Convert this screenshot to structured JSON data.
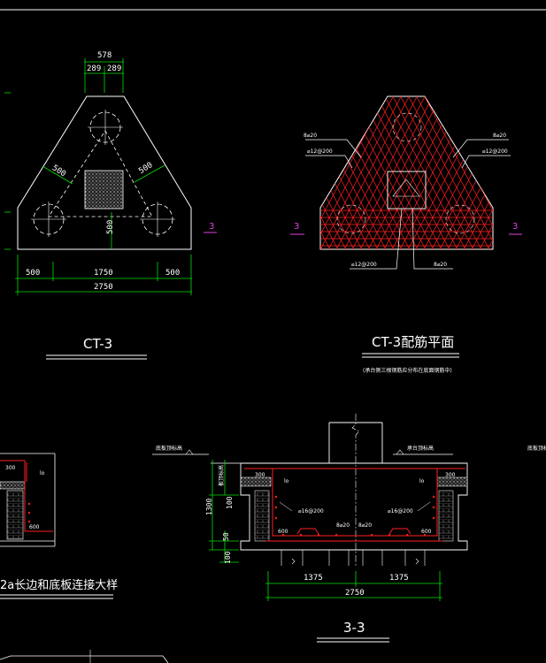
{
  "colors": {
    "background": "#000000",
    "outline": "#ffffff",
    "dimension": "#00e000",
    "rebar": "#ff2020",
    "section_mark": "#e040e0",
    "hatch": "#bbbbbb"
  },
  "ct3_plan": {
    "title": "CT-3",
    "dim_top_total": "578",
    "dim_top_left": "289",
    "dim_top_right": "289",
    "dim_diag_left": "500",
    "dim_diag_right": "500",
    "dim_vertical": "500",
    "dim_bottom_left": "500",
    "dim_bottom_mid": "1750",
    "dim_bottom_right": "500",
    "dim_total": "2750",
    "section_mark": "3"
  },
  "ct3_rebar": {
    "title": "CT-3配筋平面",
    "note": "(承台侧三根钢筋应分布在底面钢筋中)",
    "label_left_top": "8⌀20",
    "label_left_mid": "⌀12@200",
    "label_right_top": "8⌀20",
    "label_right_mid": "⌀12@200",
    "label_bottom_left": "⌀12@200",
    "label_bottom_right": "8⌀20",
    "section_left": "3",
    "section_right": "3"
  },
  "detail": {
    "title": "2a长边和底板连接大样",
    "label_300": "300",
    "label_lo": "lo",
    "label_600": "600"
  },
  "section33": {
    "title": "3-3",
    "left_level_label": "底板顶标高",
    "right_level_label": "底板顶标高",
    "top_level_label": "承台顶标高",
    "label_left_300": "300",
    "label_right_300": "300",
    "label_left_lo": "lo",
    "label_right_lo": "lo",
    "label_left_rebar": "⌀16@200",
    "label_right_rebar": "⌀16@200",
    "label_left_600": "600",
    "label_right_600": "600",
    "label_bottom_rebar_left": "8⌀20",
    "label_bottom_rebar_right": "8⌀20",
    "dim_1300": "1300",
    "dim_100a": "100",
    "dim_50": "50",
    "dim_100b": "100",
    "dim_vertical_text": "板顶标高",
    "dim_1375_left": "1375",
    "dim_1375_right": "1375",
    "dim_2750": "2750"
  }
}
